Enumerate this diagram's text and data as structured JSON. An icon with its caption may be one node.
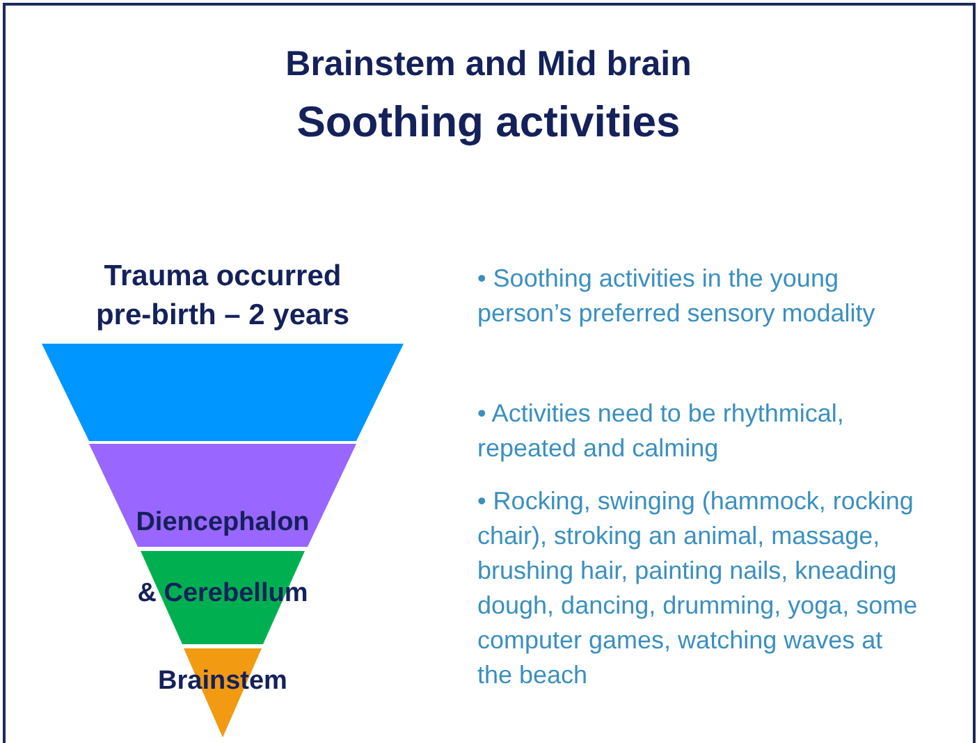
{
  "diagram": {
    "title": "Brainstem and Mid brain",
    "nodes": [
      {
        "text": [],
        "shape": "band",
        "beside": [
          "Trauma occurred pre-birth – 2 years"
        ]
      },
      {
        "text": [
          "Diencephalon"
        ]
      },
      {
        "text": [
          "& Cerebellum"
        ]
      },
      {
        "text": [
          "Brainstem"
        ]
      }
    ],
    "labels": [
      "Soothing activities",
      "• Soothing activities in the young person’s preferred sensory modality",
      "• Activities need to be rhythmical, repeated and calming",
      "• Rocking, swinging (hammock, rocking chair), stroking an animal, massage, brushing hair, painting nails, kneading dough, dancing, drumming, yoga, some computer games, watching waves at the beach"
    ]
  }
}
